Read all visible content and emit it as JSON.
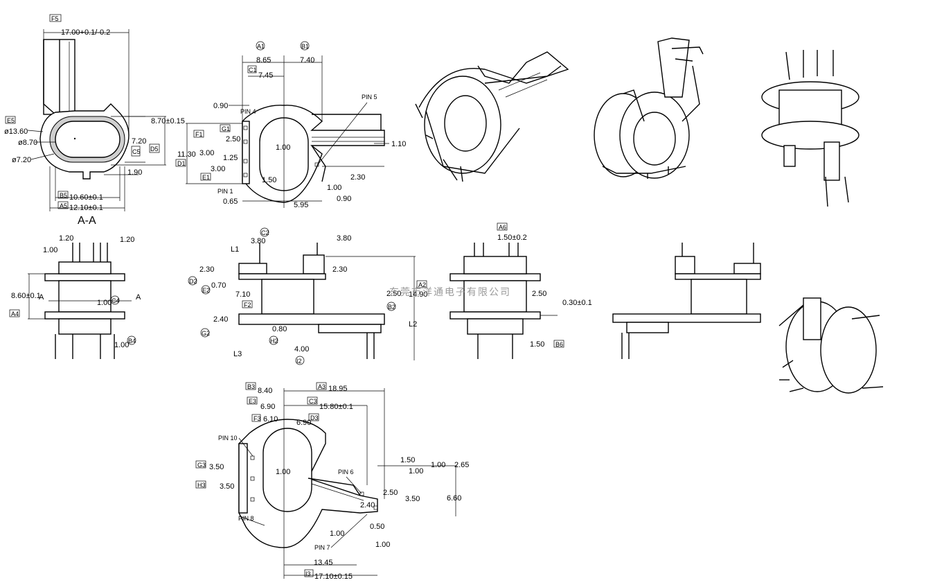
{
  "section": {
    "title": "A-A",
    "labels": {
      "F5": "F5",
      "E5": "E5",
      "B5": "B5",
      "A5": "A5",
      "C5": "C5",
      "D5": "D5"
    },
    "dims": {
      "top_width": "17.00+0.1/-0.2",
      "d_outer": "ø13.60",
      "d_mid": "ø8.70",
      "d_inner": "ø7.20",
      "h_720": "7.20",
      "h_870": "8.70±0.15",
      "gap_190": "1.90",
      "w_1060": "10.60±0.1",
      "w_1210": "12.10±0.1"
    }
  },
  "top_view": {
    "refs": {
      "A1": "A1",
      "B1": "B1",
      "C1": "C1",
      "G1": "G1",
      "F1": "F1",
      "D1": "D1",
      "E1": "E1"
    },
    "pins": {
      "pin4": "PIN 4",
      "pin1": "PIN 1",
      "pin5": "PIN 5"
    },
    "dims": {
      "d865": "8.65",
      "d740": "7.40",
      "d745": "7.45",
      "d090a": "0.90",
      "d250": "2.50",
      "d1130": "11.30",
      "d300a": "3.00",
      "d125": "1.25",
      "d300b": "3.00",
      "d150": "1.50",
      "d100": "1.00",
      "d110": "1.10",
      "d100b": "1.00",
      "d230": "2.30",
      "d065": "0.65",
      "d595": "5.95",
      "d090b": "0.90"
    }
  },
  "side_left": {
    "refs": {
      "A4": "A4",
      "C4": "C4",
      "B4": "B4",
      "A": "A"
    },
    "dims": {
      "d120a": "1.20",
      "d120b": "1.20",
      "d100a": "1.00",
      "d860": "8.60±0.1",
      "d100b": "1.00",
      "d100c": "1.00"
    }
  },
  "front_mid": {
    "refs": {
      "C2": "C2",
      "D2": "D2",
      "E2": "E2",
      "F2": "F2",
      "G2": "G2",
      "H2": "H2",
      "B2": "B2",
      "I2": "I2",
      "A2": "A2"
    },
    "dims": {
      "d380a": "3.80",
      "d380b": "3.80",
      "L1": "L1",
      "d230a": "2.30",
      "d230b": "2.30",
      "d070": "0.70",
      "d710": "7.10",
      "d250": "2.50",
      "d1490": "14.90",
      "d240": "2.40",
      "d080": "0.80",
      "L2": "L2",
      "L3": "L3",
      "d400": "4.00"
    }
  },
  "side_right": {
    "refs": {
      "A6": "A6",
      "B6": "B6"
    },
    "dims": {
      "d150a": "1.50±0.2",
      "d250": "2.50",
      "d030": "0.30±0.1",
      "d150b": "1.50"
    }
  },
  "bottom_view": {
    "refs": {
      "B3": "B3",
      "A3": "A3",
      "E3": "E3",
      "C3": "C3",
      "F3": "F3",
      "D3": "D3",
      "G3": "G3",
      "H3": "H3",
      "I3": "I3"
    },
    "pins": {
      "pin10": "PIN 10",
      "pin6": "PIN 6",
      "pin8": "PIN 8",
      "pin7": "PIN 7"
    },
    "dims": {
      "d840": "8.40",
      "d1895": "18.95",
      "d690a": "6.90",
      "d1580": "15.80±0.1",
      "d610": "6.10",
      "d690b": "6.90",
      "d150": "1.50",
      "d100a": "1.00",
      "d265": "2.65",
      "d100b": "1.00",
      "d350a": "3.50",
      "d100c": "1.00",
      "d350b": "3.50",
      "d250": "2.50",
      "d350c": "3.50",
      "d660": "6.60",
      "d240": "2.40",
      "d100d": "1.00",
      "d050": "0.50",
      "d100e": "1.00",
      "d1345": "13.45",
      "d1710": "17.10±0.15"
    }
  },
  "watermark": "东莞市洋通电子有限公司"
}
